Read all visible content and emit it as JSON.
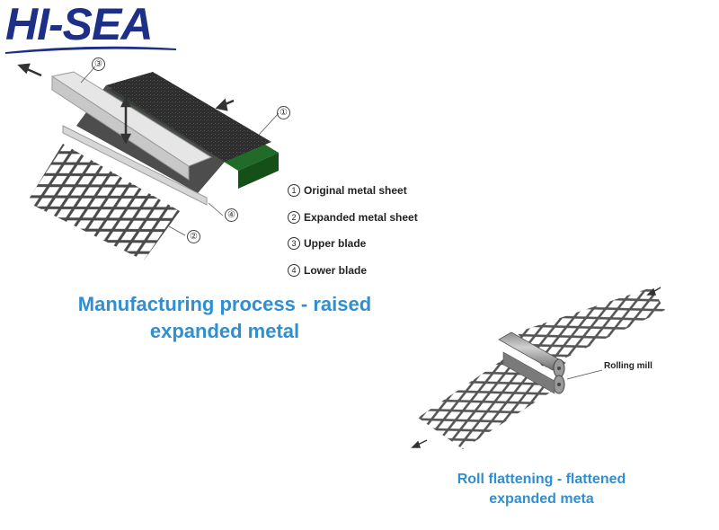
{
  "logo": {
    "text": "HI-SEA",
    "color": "#1d2f86"
  },
  "process1": {
    "callouts": [
      "③",
      "①",
      "④",
      "②"
    ],
    "legend": [
      {
        "num": "1",
        "label": "Original metal sheet"
      },
      {
        "num": "2",
        "label": "Expanded metal sheet"
      },
      {
        "num": "3",
        "label": "Upper blade"
      },
      {
        "num": "4",
        "label": "Lower blade"
      }
    ],
    "caption": "Manufacturing process - raised expanded metal",
    "colors": {
      "sheet": "#2f2f2f",
      "base": "#1f6b27",
      "blade": "#d9d9d9",
      "mesh": "#444444"
    }
  },
  "process2": {
    "mill_label": "Rolling mill",
    "caption": "Roll flattening - flattened expanded meta"
  },
  "accent_color": "#2f8fd0"
}
